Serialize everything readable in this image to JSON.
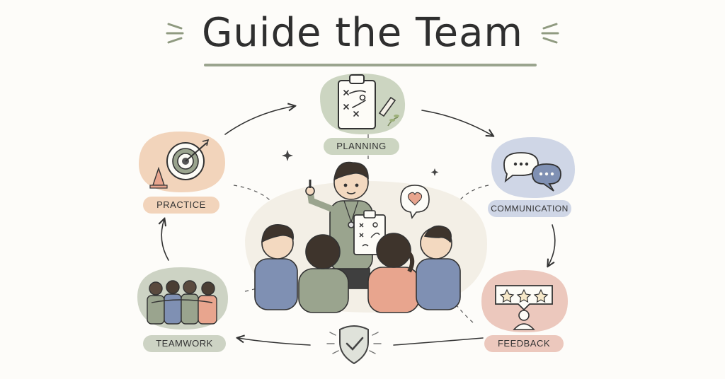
{
  "title": "Guide the Team",
  "nodes": {
    "planning": {
      "label": "PLANNING",
      "icon": "clipboard-plan-icon",
      "color": "#ccd5c1"
    },
    "practice": {
      "label": "PRACTICE",
      "icon": "target-icon",
      "color": "#f2d4bb"
    },
    "communication": {
      "label": "COMMUNICATION",
      "icon": "speech-bubbles-icon",
      "color": "#cfd6e6"
    },
    "teamwork": {
      "label": "TEAMWORK",
      "icon": "team-huddle-icon",
      "color": "#cdd3c4"
    },
    "feedback": {
      "label": "FEEDBACK",
      "icon": "star-rating-icon",
      "color": "#ecc8bd"
    }
  },
  "center": {
    "illustration": "coach-with-team-icon",
    "badge": "shield-check-icon"
  },
  "feedback_stars": 3,
  "colors": {
    "ink": "#2f2f2f",
    "sage": "#9aa48e",
    "blue": "#7f90b3",
    "peach": "#e8a58e"
  }
}
